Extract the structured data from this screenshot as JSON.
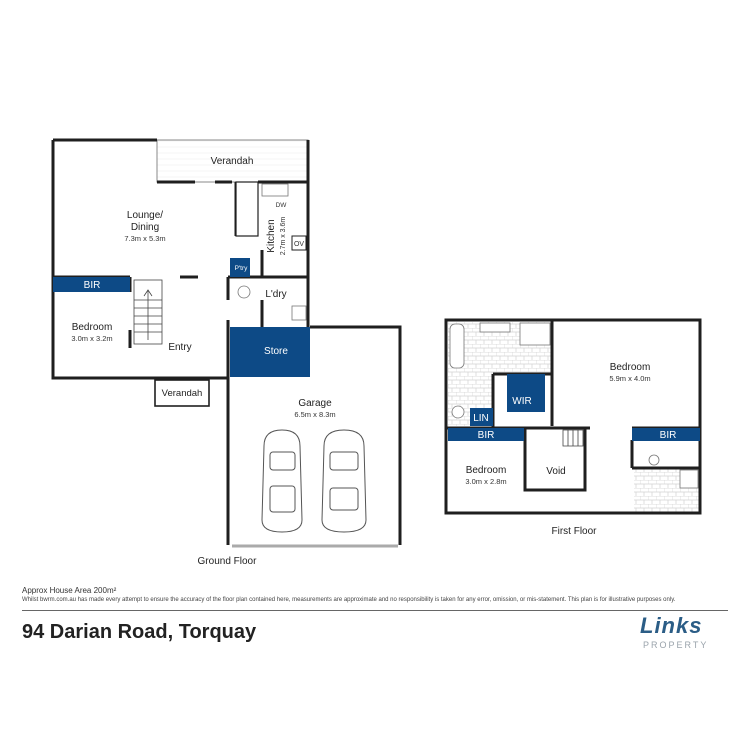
{
  "colors": {
    "wall": "#1f1f1f",
    "blue": "#0d4a86",
    "tile": "#d6d6d6",
    "fixture": "#888888"
  },
  "ground_floor": {
    "title": "Ground Floor",
    "verandah_rear": "Verandah",
    "lounge": {
      "name": "Lounge/",
      "name2": "Dining",
      "dims": "7.3m x 5.3m"
    },
    "kitchen": {
      "name": "Kitchen",
      "dims": "2.7m x 3.6m"
    },
    "dw": "DW",
    "ov": "OV",
    "pantry": "P'try",
    "laundry": "L'dry",
    "bir": "BIR",
    "bedroom": {
      "name": "Bedroom",
      "dims": "3.0m x 3.2m"
    },
    "entry": "Entry",
    "store": "Store",
    "verandah_front": "Verandah",
    "garage": {
      "name": "Garage",
      "dims": "6.5m x 8.3m"
    }
  },
  "first_floor": {
    "title": "First Floor",
    "bedroom_main": {
      "name": "Bedroom",
      "dims": "5.9m x 4.0m"
    },
    "wir": "WIR",
    "lin": "LIN",
    "bir_left": "BIR",
    "bir_right": "BIR",
    "bedroom_small": {
      "name": "Bedroom",
      "dims": "3.0m x 2.8m"
    },
    "void": "Void"
  },
  "footer": {
    "area": "Approx House Area 200m²",
    "disclaimer": "Whilst bwrm.com.au has made every attempt to ensure the accuracy of the floor plan contained here, measurements are approximate and no responsibility is taken for any error, omission, or mis-statement. This plan is for illustrative purposes only.",
    "address": "94 Darian Road, Torquay",
    "logo_word": "Links",
    "logo_sub": "PROPERTY"
  }
}
